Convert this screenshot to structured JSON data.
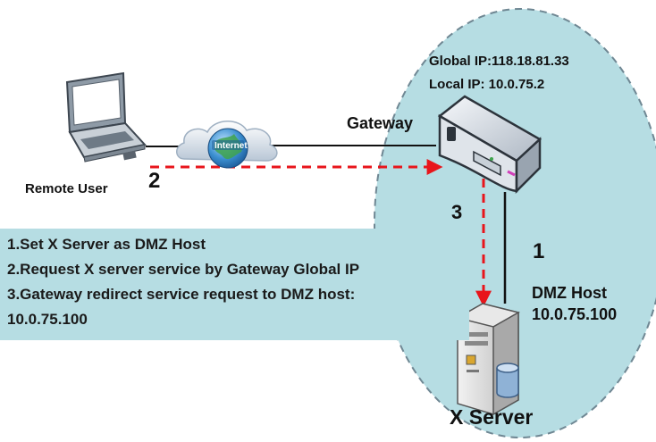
{
  "gateway": {
    "global_ip": "Global IP:118.18.81.33",
    "local_ip": "Local IP: 10.0.75.2",
    "label": "Gateway"
  },
  "remote_user": {
    "label": "Remote User"
  },
  "internet": {
    "label": "Internet"
  },
  "steps": {
    "one": "1",
    "two": "2",
    "three": "3"
  },
  "dmz_host": {
    "title": "DMZ Host",
    "ip": "10.0.75.100"
  },
  "server": {
    "label": "X Server"
  },
  "info_box": {
    "lines": [
      "1.Set X Server as DMZ Host",
      "2.Request X server service by Gateway Global  IP",
      "3.Gateway redirect service request to DMZ host:",
      "10.0.75.100"
    ]
  },
  "colors": {
    "lan_zone_fill": "#b6dde3",
    "info_box_fill": "#b6dde3",
    "arrow_dashed": "#e8151b",
    "link_line": "#111111"
  }
}
